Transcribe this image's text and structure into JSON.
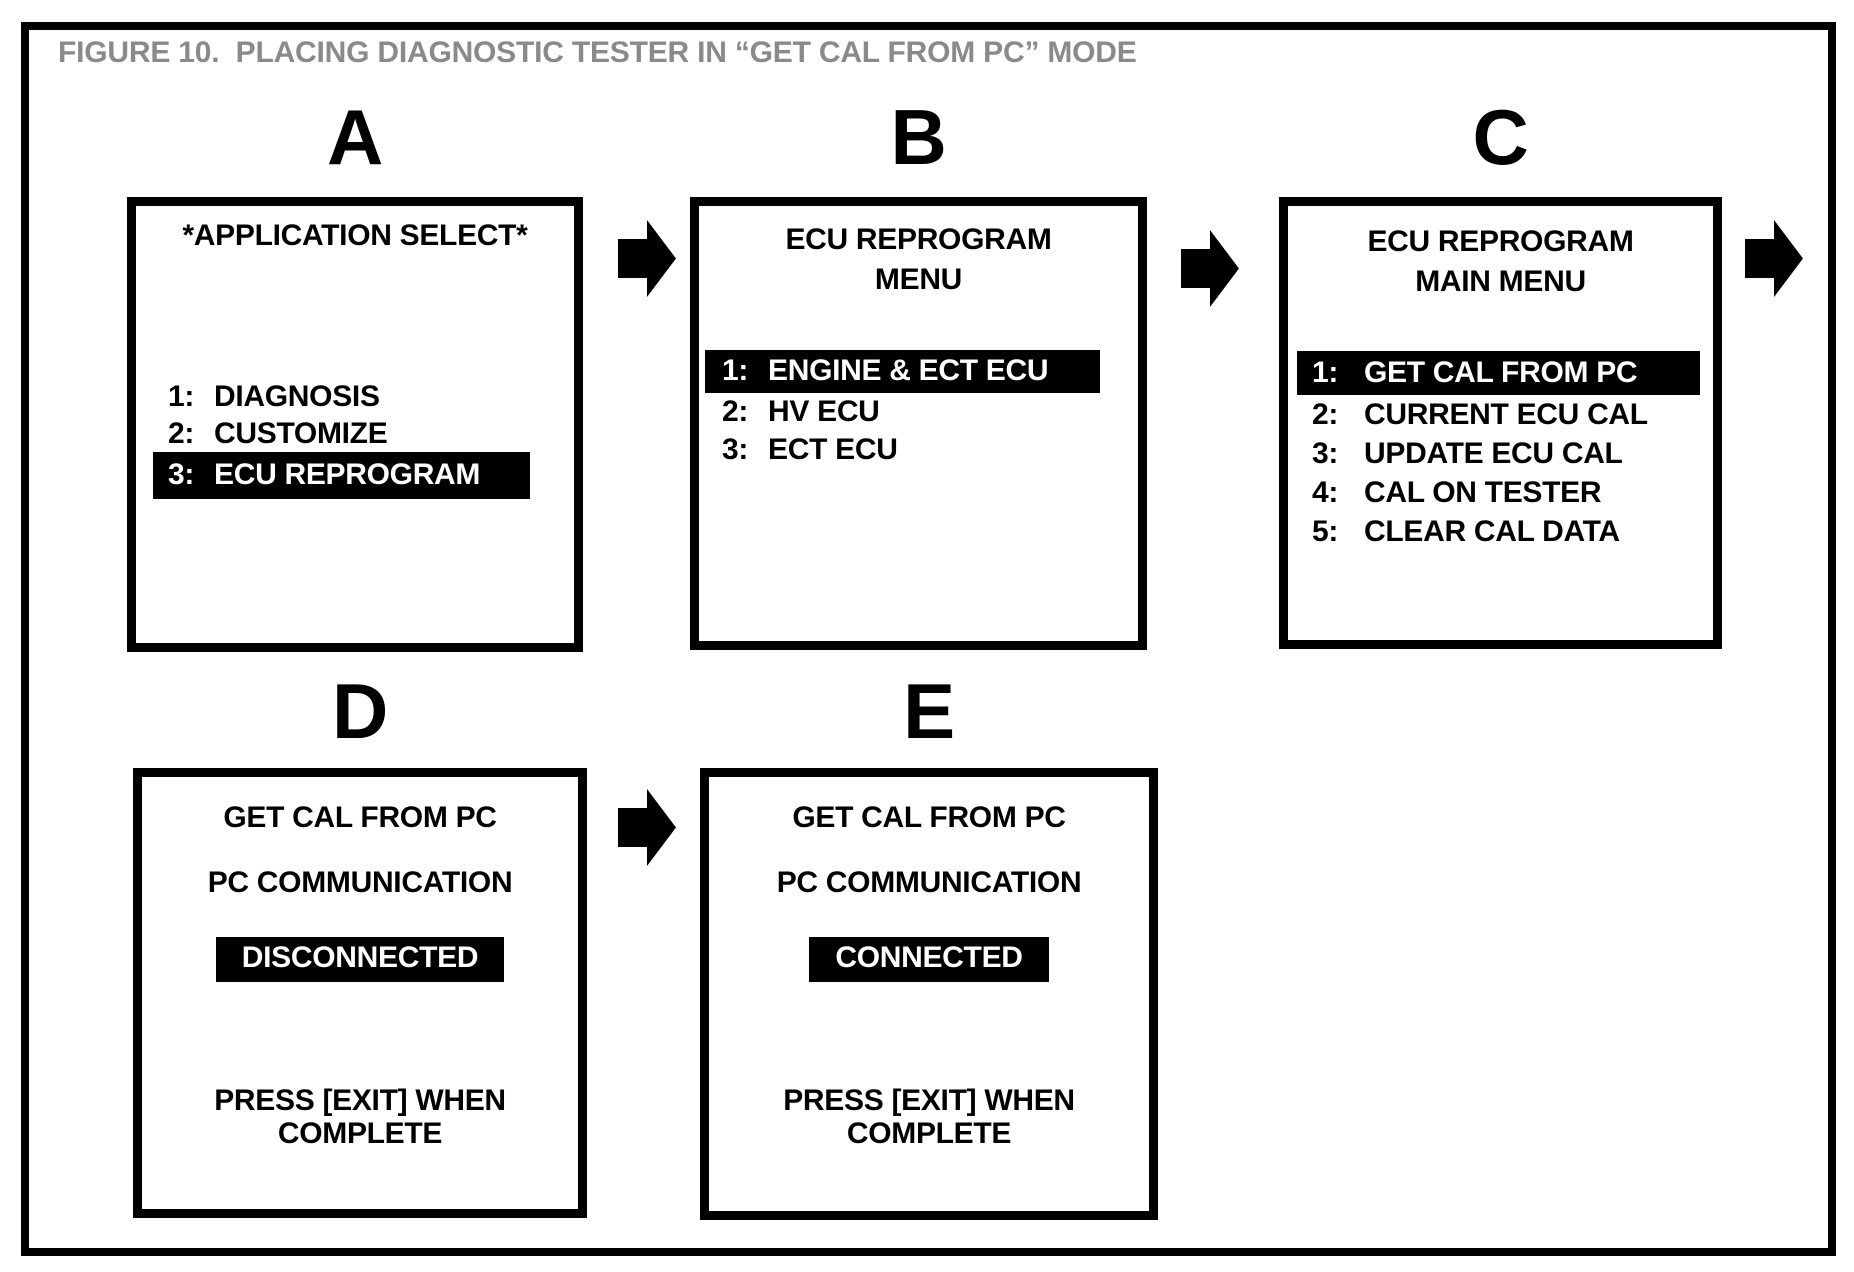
{
  "figure_title": "FIGURE 10.  PLACING DIAGNOSTIC TESTER IN “GET CAL FROM PC” MODE",
  "colors": {
    "ink": "#000000",
    "paper": "#ffffff",
    "title_gray": "#8a8a8a",
    "highlight_bg": "#000000",
    "highlight_fg": "#ffffff"
  },
  "icons": {
    "flow_arrow": "solid-black-right-arrow"
  },
  "panels": [
    {
      "label": "A",
      "type": "menu",
      "header": [
        "*APPLICATION SELECT*"
      ],
      "items": [
        {
          "num": "1:",
          "text": "DIAGNOSIS",
          "highlighted": false
        },
        {
          "num": "2:",
          "text": "CUSTOMIZE",
          "highlighted": false
        },
        {
          "num": "3:",
          "text": "ECU REPROGRAM",
          "highlighted": true
        }
      ]
    },
    {
      "label": "B",
      "type": "menu",
      "header": [
        "ECU REPROGRAM",
        "MENU"
      ],
      "items": [
        {
          "num": "1:",
          "text": "ENGINE & ECT ECU",
          "highlighted": true
        },
        {
          "num": "2:",
          "text": "HV ECU",
          "highlighted": false
        },
        {
          "num": "3:",
          "text": "ECT ECU",
          "highlighted": false
        }
      ]
    },
    {
      "label": "C",
      "type": "menu",
      "header": [
        "ECU REPROGRAM",
        "MAIN MENU"
      ],
      "items": [
        {
          "num": "1:",
          "text": "GET CAL FROM PC",
          "highlighted": true
        },
        {
          "num": "2:",
          "text": "CURRENT ECU CAL",
          "highlighted": false
        },
        {
          "num": "3:",
          "text": "UPDATE ECU CAL",
          "highlighted": false
        },
        {
          "num": "4:",
          "text": "CAL ON TESTER",
          "highlighted": false
        },
        {
          "num": "5:",
          "text": "CLEAR CAL DATA",
          "highlighted": false
        }
      ]
    },
    {
      "label": "D",
      "type": "status",
      "lines": [
        {
          "text": "GET CAL FROM PC",
          "highlighted": false
        },
        {
          "text": "PC COMMUNICATION",
          "highlighted": false
        },
        {
          "text": "DISCONNECTED",
          "highlighted": true
        },
        {
          "text": "PRESS [EXIT] WHEN",
          "highlighted": false
        },
        {
          "text": "COMPLETE",
          "highlighted": false
        }
      ]
    },
    {
      "label": "E",
      "type": "status",
      "lines": [
        {
          "text": "GET CAL FROM PC",
          "highlighted": false
        },
        {
          "text": "PC COMMUNICATION",
          "highlighted": false
        },
        {
          "text": "CONNECTED",
          "highlighted": true
        },
        {
          "text": "PRESS [EXIT] WHEN",
          "highlighted": false
        },
        {
          "text": "COMPLETE",
          "highlighted": false
        }
      ]
    }
  ]
}
